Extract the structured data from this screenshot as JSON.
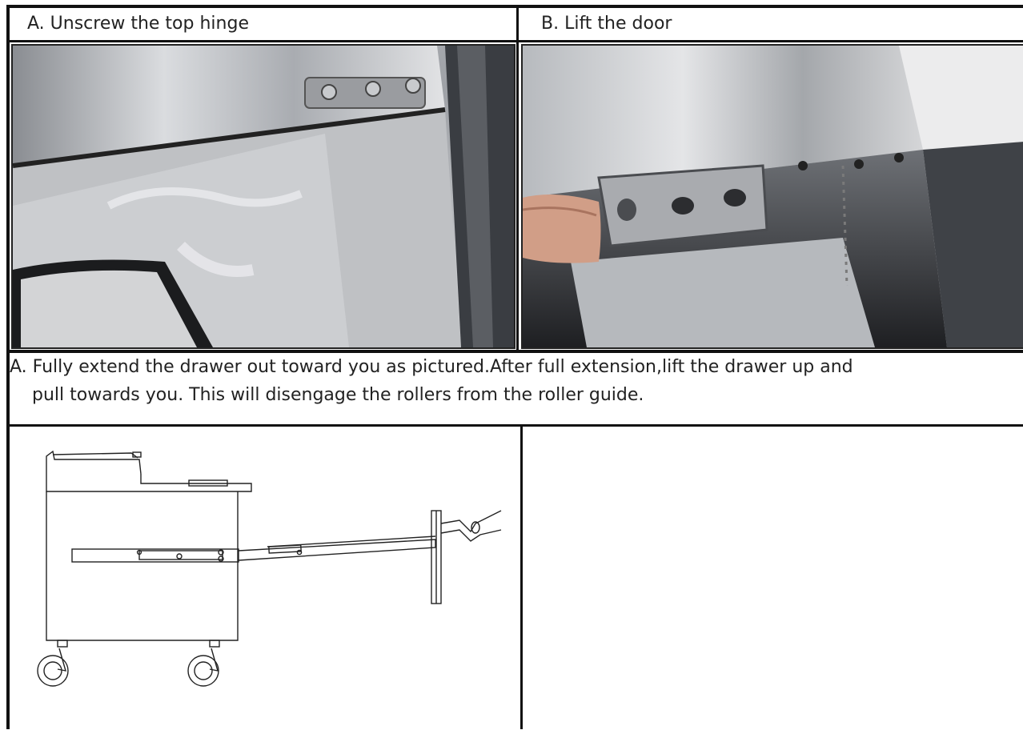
{
  "step_a": {
    "caption": "A. Unscrew the top hinge",
    "photo_alt": "top hinge screws"
  },
  "step_b": {
    "caption": "B. Lift the door",
    "photo_alt": "lifting door hinge"
  },
  "drawer_instruction": {
    "text_line1": "A. Fully extend the drawer out toward you as pictured.After full extension,lift the drawer up and",
    "text_line2": "pull towards you. This will disengage the rollers from the roller guide."
  },
  "colors": {
    "rule": "#111111",
    "text": "#222222",
    "steel_light": "#d7d9dc",
    "steel_dark": "#3a3d42"
  }
}
